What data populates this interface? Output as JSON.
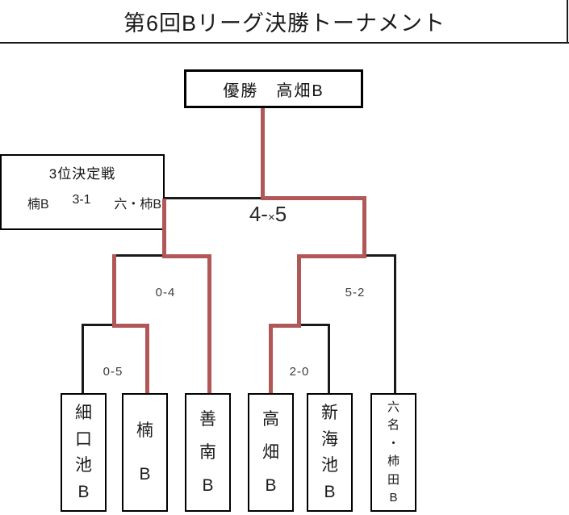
{
  "title": "第6回Bリーグ決勝トーナメント",
  "champion": {
    "label": "優勝　高畑B"
  },
  "final": {
    "score_prefix": "4-",
    "score_x": "×",
    "score_suffix": "5"
  },
  "semifinal_left": {
    "score": "0-4"
  },
  "semifinal_right": {
    "score": "5-2"
  },
  "quarterfinal_left": {
    "score": "0-5"
  },
  "quarterfinal_right": {
    "score": "2-0"
  },
  "third_place": {
    "title": "3位決定戦",
    "left_team": "楠B",
    "score": "3-1",
    "right_team": "六・柿B"
  },
  "teams": [
    "細口池B",
    "楠B",
    "善南B",
    "高畑B",
    "新海池B",
    "六名・柿田B"
  ],
  "colors": {
    "winner_path": "#b25757",
    "line": "#1a1a1a"
  }
}
